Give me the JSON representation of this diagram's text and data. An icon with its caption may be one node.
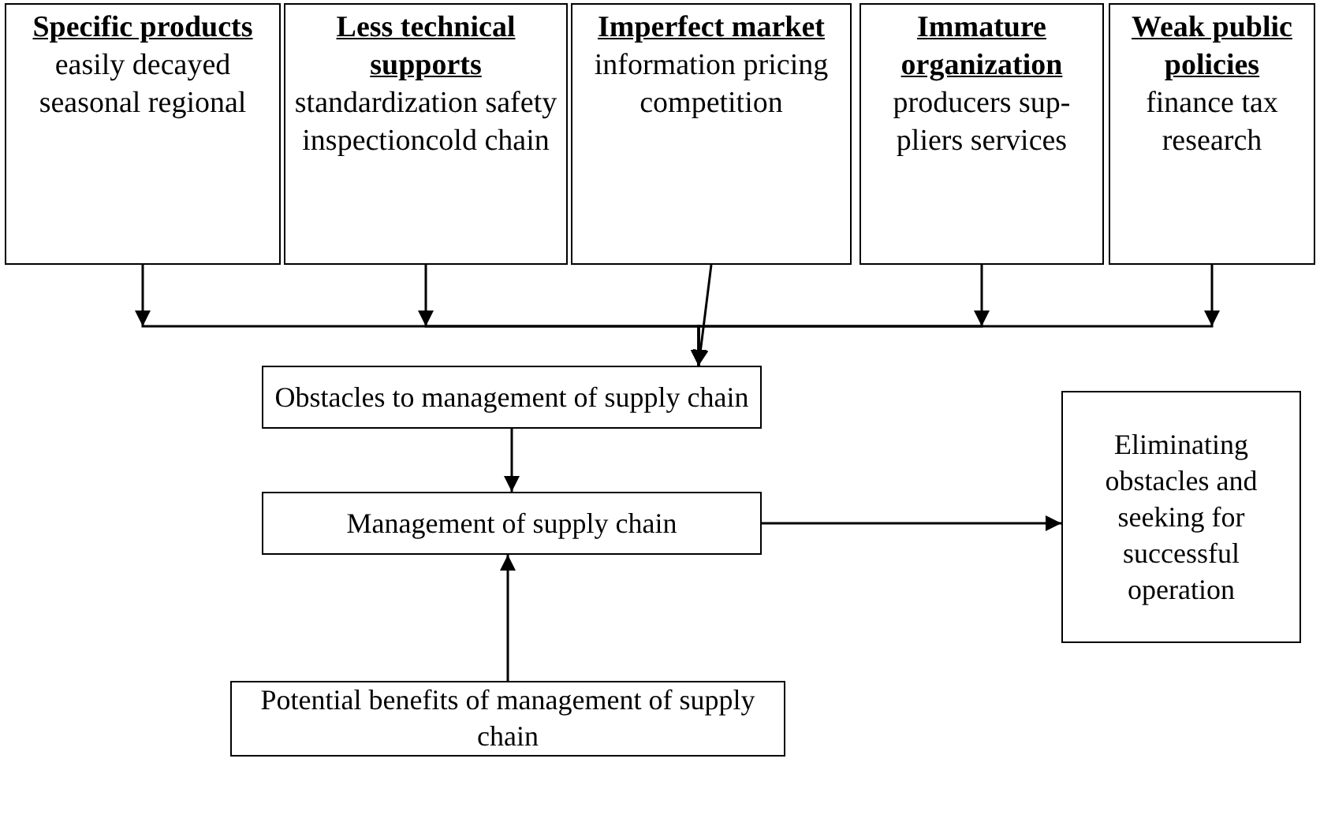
{
  "diagram": {
    "nodes": [
      {
        "text": [
          "Specific products",
          "easily decayed seasonal regional"
        ]
      },
      {
        "text": [
          "Less technical supports",
          "standardization safety inspectioncold chain"
        ]
      },
      {
        "text": [
          "Imperfect market",
          "information pricing competition"
        ]
      },
      {
        "text": [
          "Immature organization",
          "producers sup-pliers services"
        ]
      },
      {
        "text": [
          "Weak public policies",
          "finance tax research"
        ]
      },
      {
        "text": [
          "Obstacles to management of supply chain"
        ]
      },
      {
        "text": [
          "Management of supply chain"
        ]
      },
      {
        "text": [
          "Eliminating obstacles and seeking for successful operation"
        ]
      },
      {
        "text": [
          "Potential benefits of management of supply chain"
        ]
      }
    ],
    "edges": [
      {
        "from": 0,
        "to": 5,
        "arrow": "to"
      },
      {
        "from": 1,
        "to": 5,
        "arrow": "to"
      },
      {
        "from": 2,
        "to": 5,
        "arrow": "to"
      },
      {
        "from": 3,
        "to": 5,
        "arrow": "to"
      },
      {
        "from": 4,
        "to": 5,
        "arrow": "to"
      },
      {
        "from": 5,
        "to": 6,
        "arrow": "to"
      },
      {
        "from": 8,
        "to": 6,
        "arrow": "to"
      },
      {
        "from": 6,
        "to": 7,
        "arrow": "to"
      }
    ]
  }
}
